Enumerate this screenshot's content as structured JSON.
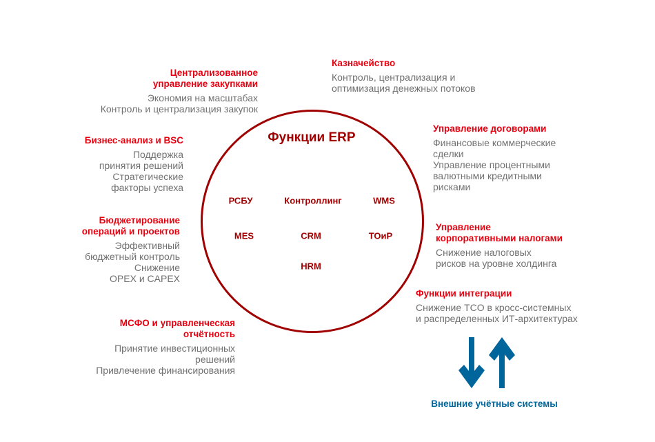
{
  "center": {
    "title": "Функции ERP",
    "modules": [
      "РСБУ",
      "Контроллинг",
      "WMS",
      "MES",
      "CRM",
      "ТОиР",
      "HRM"
    ]
  },
  "blocks": {
    "procurement": {
      "title": [
        "Централизованное",
        "управление закупками"
      ],
      "lines": [
        "Экономия на масштабах",
        "Контроль и централизация закупок"
      ]
    },
    "treasury": {
      "title": [
        "Казначейство"
      ],
      "lines": [
        "Контроль, централизация и",
        "оптимизация денежных потоков"
      ]
    },
    "bi": {
      "title": [
        "Бизнес-анализ и BSC"
      ],
      "lines": [
        "Поддержка",
        "принятия решений",
        "Стратегические",
        "факторы успеха"
      ]
    },
    "contracts": {
      "title": [
        "Управление договорами"
      ],
      "lines": [
        "Финансовые коммерческие",
        "сделки",
        "Управление процентными",
        "валютными кредитными",
        "рисками"
      ]
    },
    "budgeting": {
      "title": [
        "Бюджетирование",
        "операций и проектов"
      ],
      "lines": [
        "Эффективный",
        "бюджетный контроль",
        "Снижение",
        "OPEX и CAPEX"
      ]
    },
    "taxes": {
      "title": [
        "Управление",
        "корпоративными налогами"
      ],
      "lines": [
        "Снижение налоговых",
        "рисков на уровне холдинга"
      ]
    },
    "integration": {
      "title": [
        "Функции интеграции"
      ],
      "lines": [
        "Снижение TCO в кросс-системных",
        "и распределенных ИТ-архитектурах"
      ]
    },
    "ifrs": {
      "title": [
        "МСФО и управленческая",
        "отчётность"
      ],
      "lines": [
        "Принятие инвестиционных",
        "решений",
        "Привлечение финансирования"
      ]
    }
  },
  "external": {
    "label": "Внешние учётные системы"
  },
  "colors": {
    "accent": "#e8000f",
    "circle": "#a00000",
    "text": "#707070",
    "blue": "#00659b"
  }
}
